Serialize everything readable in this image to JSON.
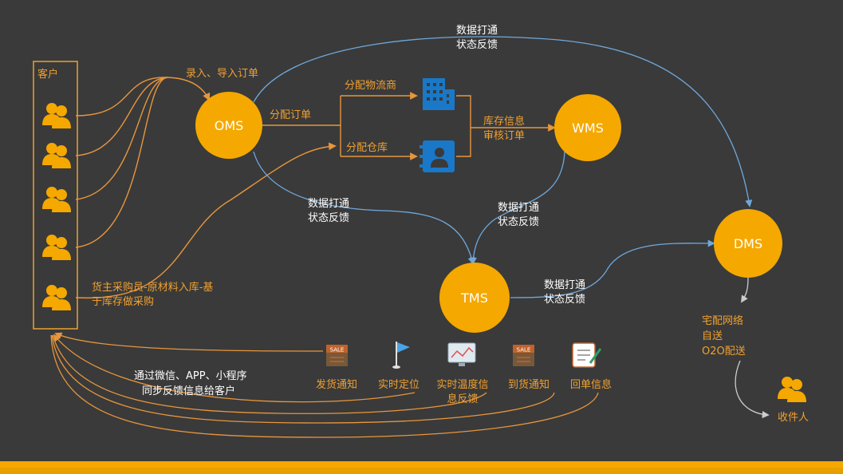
{
  "colors": {
    "background": "#3a3a3a",
    "accent": "#f5a623",
    "node_fill": "#f5a800",
    "blue_line": "#6fa8dc",
    "orange_line": "#e8963c",
    "text_white": "#ffffff",
    "text_orange": "#f0a030",
    "icon_blue": "#1a78c8",
    "bottom_bar": "#f5a800"
  },
  "customer_box": {
    "title": "客户"
  },
  "nodes": {
    "oms": "OMS",
    "wms": "WMS",
    "tms": "TMS",
    "dms": "DMS"
  },
  "labels": {
    "entry_orders": "录入、导入订单",
    "assign_order": "分配订单",
    "assign_logistics": "分配物流商",
    "assign_warehouse": "分配仓库",
    "stock_info_1": "库存信息",
    "stock_info_2": "审核订单",
    "data_top_1": "数据打通",
    "data_top_2": "状态反馈",
    "data_oms_tms_1": "数据打通",
    "data_oms_tms_2": "状态反馈",
    "data_wms_tms_1": "数据打通",
    "data_wms_tms_2": "状态反馈",
    "data_tms_dms_1": "数据打通",
    "data_tms_dms_2": "状态反馈",
    "purchase_1": "货主采购员-原材料入库-基",
    "purchase_2": "于库存做采购",
    "feedback_1": "通过微信、APP、小程序",
    "feedback_2": "同步反馈信息给客户",
    "delivery_1": "宅配网络",
    "delivery_2": "自送",
    "delivery_3": "O2O配送",
    "receiver": "收件人"
  },
  "notifications": [
    {
      "icon": "sale-sign-icon",
      "label1": "发货通知",
      "label2": ""
    },
    {
      "icon": "flag-icon",
      "label1": "实时定位",
      "label2": ""
    },
    {
      "icon": "chart-monitor-icon",
      "label1": "实时温度信",
      "label2": "息反馈"
    },
    {
      "icon": "sale-sign-icon",
      "label1": "到货通知",
      "label2": ""
    },
    {
      "icon": "document-pen-icon",
      "label1": "回单信息",
      "label2": ""
    }
  ],
  "sale_text": "SALE"
}
